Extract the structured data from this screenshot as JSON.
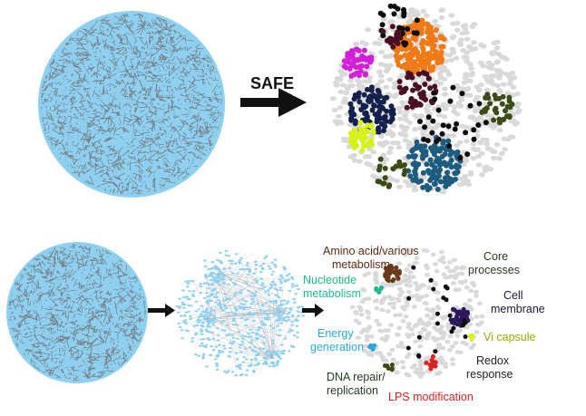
{
  "top": {
    "arrow_label": "SAFE"
  },
  "annotations": [
    {
      "id": "amino",
      "lines": [
        "Amino acid/various",
        "metabolism"
      ],
      "color": "#5c2a12"
    },
    {
      "id": "core",
      "lines": [
        "Core",
        "processes"
      ],
      "color": "#2b3a1e"
    },
    {
      "id": "nucleotide",
      "lines": [
        "Nucleotide",
        "metabolism"
      ],
      "color": "#1fb88a"
    },
    {
      "id": "cell",
      "lines": [
        "Cell",
        "membrane"
      ],
      "color": "#1a1a3a"
    },
    {
      "id": "energy",
      "lines": [
        "Energy",
        "generation"
      ],
      "color": "#2aa9e0"
    },
    {
      "id": "vi",
      "lines": [
        "Vi capsule"
      ],
      "color": "#9aa800"
    },
    {
      "id": "redox",
      "lines": [
        "Redox",
        "response"
      ],
      "color": "#222222"
    },
    {
      "id": "dna",
      "lines": [
        "DNA repair/",
        "replication"
      ],
      "color": "#1f3d1f"
    },
    {
      "id": "lps",
      "lines": [
        "LPS modification"
      ],
      "color": "#e02020"
    }
  ],
  "colors": {
    "network_node": "#8fd0f0",
    "network_edge": "#6b6b6b",
    "background_node": "#d9d9d9",
    "arrow": "#111111",
    "domain_orange": "#f07a16",
    "domain_magenta": "#d21fd8",
    "domain_navy": "#14214a",
    "domain_teal": "#1d5c7e",
    "domain_olive": "#3c4a17",
    "domain_lime": "#d6f21a",
    "domain_maroon": "#4a0f23",
    "domain_black": "#0c0c0c",
    "domain_brown": "#6b3a1c",
    "domain_green": "#1fb88a",
    "domain_red": "#e02020",
    "domain_sky": "#2aa9e0",
    "domain_purple": "#2a1a5a"
  }
}
